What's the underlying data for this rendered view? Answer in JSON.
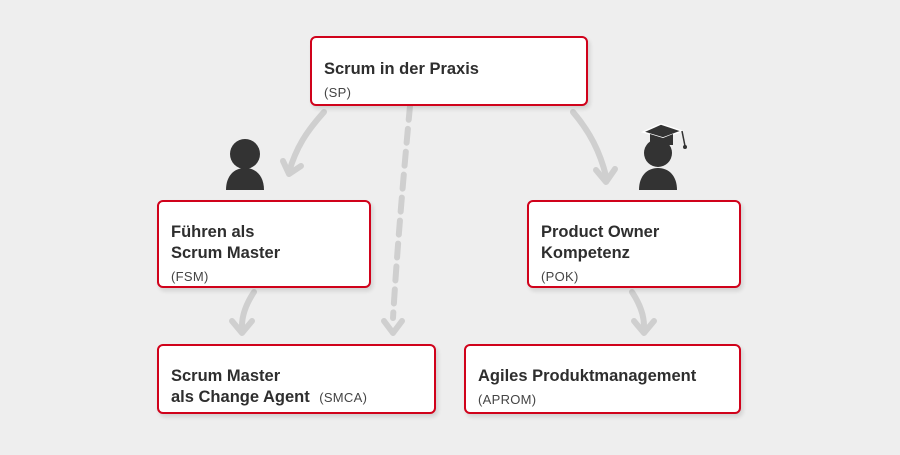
{
  "nodes": {
    "sp": {
      "title": "Scrum in der Praxis",
      "code": "(SP)"
    },
    "fsm": {
      "title": "Führen als\nScrum Master",
      "code": "(FSM)"
    },
    "pok": {
      "title": "Product Owner\nKompetenz",
      "code": "(POK)"
    },
    "smca": {
      "title_line1": "Scrum Master",
      "title_line2": "als Change Agent",
      "code": "(SMCA)"
    },
    "aprom": {
      "title": "Agiles Produktmanagement",
      "code": "(APROM)"
    }
  },
  "colors": {
    "border": "#d0021b",
    "arrow": "#cfcfcf",
    "icon": "#333333",
    "background": "#eeeeee"
  },
  "icons": {
    "fsm": "person-icon",
    "pok": "graduate-person-icon"
  }
}
